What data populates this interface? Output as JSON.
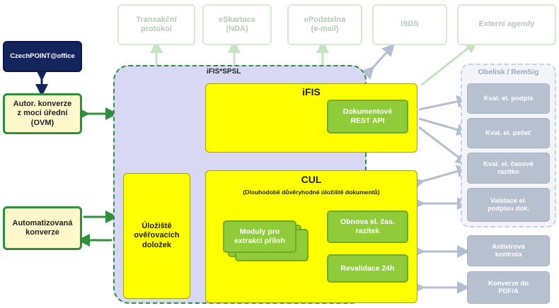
{
  "external_top": [
    "Transakční\nprotokol",
    "eSkartace\n(NDA)",
    "ePodatelna\n(e-mail)",
    "ISDS",
    "Externí agendy"
  ],
  "czechpoint": "CzechPOINT@office",
  "autor": "Autor. konverze\nz moci úřední\n(OVM)",
  "automat": "Automatizovaná\nkonverze",
  "ifis_spsl": "iFIS*SPSL",
  "ifis": "iFIS",
  "rest_api": "Dokumentové\nREST API",
  "uloziste": "Úložiště\nověřovacích\ndoložek",
  "cul_title": "CUL",
  "cul_subtitle": "(Dlouhodobě důvěryhodné úložiště dokumentů)",
  "moduly": "Moduly pro\nextrakci příloh",
  "obnova": "Obnova el. čas.\nrazítek",
  "revalidace": "Revalidace 24h",
  "obelisk_title": "Obelisk / RemSig",
  "obelisk_items": [
    "Kval. el. podpis",
    "Kval. el. pečeť",
    "Kval. el. časové\nrazítko",
    "Validace el.\npodpisu dok."
  ],
  "right_lower": [
    "Antivirová\nkontrola",
    "Konverze do\nPDF/A"
  ],
  "colors": {
    "green": "#2f8f3c",
    "navy": "#14245c",
    "grey": "#b7c0cf",
    "yellow": "#ffff00",
    "lavender": "#d8d8f4"
  }
}
